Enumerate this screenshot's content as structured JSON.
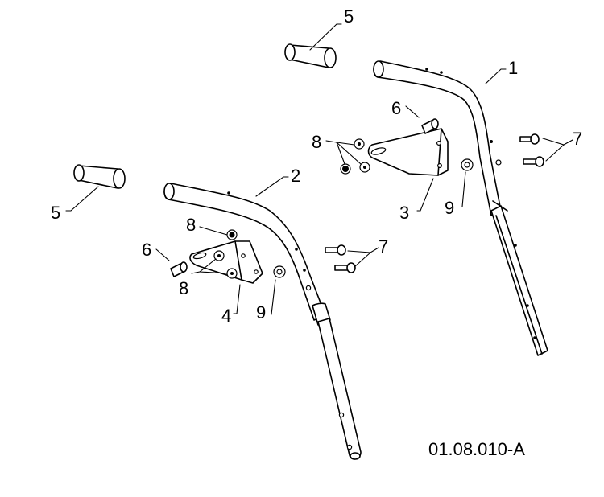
{
  "diagram": {
    "reference": "01.08.010-A",
    "callouts": [
      {
        "id": "c1",
        "text": "1"
      },
      {
        "id": "c2",
        "text": "2"
      },
      {
        "id": "c3",
        "text": "3"
      },
      {
        "id": "c4",
        "text": "4"
      },
      {
        "id": "c5a",
        "text": "5"
      },
      {
        "id": "c5b",
        "text": "5"
      },
      {
        "id": "c6a",
        "text": "6"
      },
      {
        "id": "c6b",
        "text": "6"
      },
      {
        "id": "c7a",
        "text": "7"
      },
      {
        "id": "c7b",
        "text": "7"
      },
      {
        "id": "c8a",
        "text": "8"
      },
      {
        "id": "c8b",
        "text": "8"
      },
      {
        "id": "c8c",
        "text": "8"
      },
      {
        "id": "c9a",
        "text": "9"
      },
      {
        "id": "c9b",
        "text": "9"
      }
    ]
  }
}
